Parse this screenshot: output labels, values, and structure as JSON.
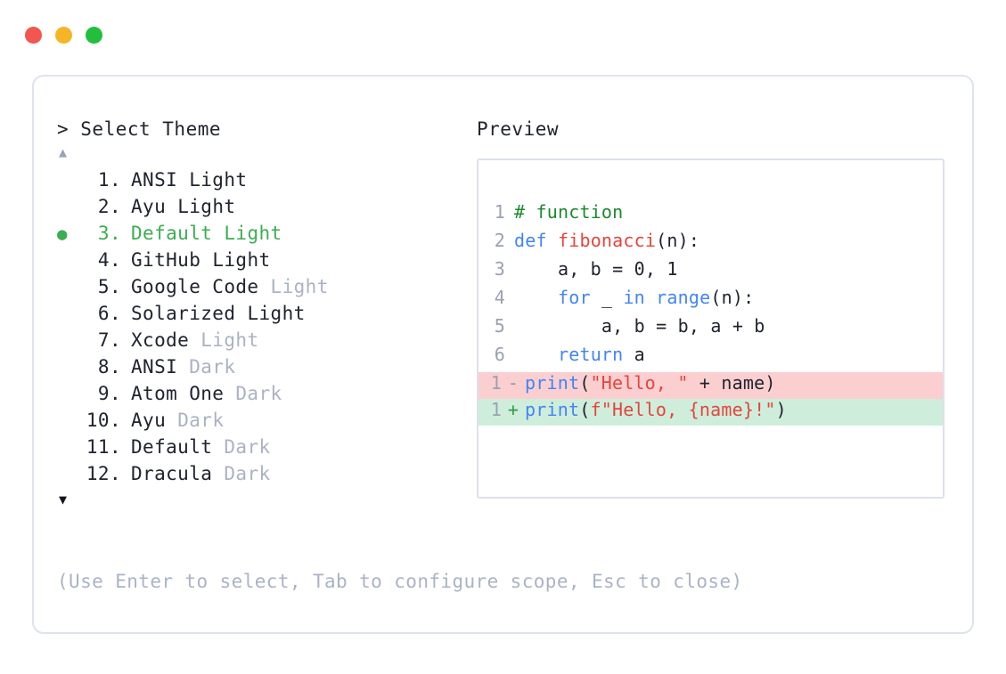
{
  "window": {
    "buttons": [
      {
        "name": "close",
        "color": "#f2564f"
      },
      {
        "name": "minimize",
        "color": "#f5b527"
      },
      {
        "name": "maximize",
        "color": "#22bf3c"
      }
    ]
  },
  "left_panel": {
    "prompt": "> Select Theme",
    "scroll_up": "▲",
    "scroll_down": "▼",
    "selected_index": 3,
    "bullet_glyph": "●",
    "items": [
      {
        "number": "1.",
        "name": "ANSI",
        "suffix": "Light",
        "suffix_dim": false,
        "selected": false
      },
      {
        "number": "2.",
        "name": "Ayu",
        "suffix": "Light",
        "suffix_dim": false,
        "selected": false
      },
      {
        "number": "3.",
        "name": "Default",
        "suffix": "Light",
        "suffix_dim": false,
        "selected": true
      },
      {
        "number": "4.",
        "name": "GitHub",
        "suffix": "Light",
        "suffix_dim": false,
        "selected": false
      },
      {
        "number": "5.",
        "name": "Google Code",
        "suffix": "Light",
        "suffix_dim": true,
        "selected": false
      },
      {
        "number": "6.",
        "name": "Solarized",
        "suffix": "Light",
        "suffix_dim": false,
        "selected": false
      },
      {
        "number": "7.",
        "name": "Xcode",
        "suffix": "Light",
        "suffix_dim": true,
        "selected": false
      },
      {
        "number": "8.",
        "name": "ANSI",
        "suffix": "Dark",
        "suffix_dim": true,
        "selected": false
      },
      {
        "number": "9.",
        "name": "Atom One",
        "suffix": "Dark",
        "suffix_dim": true,
        "selected": false
      },
      {
        "number": "10.",
        "name": "Ayu",
        "suffix": "Dark",
        "suffix_dim": true,
        "selected": false
      },
      {
        "number": "11.",
        "name": "Default",
        "suffix": "Dark",
        "suffix_dim": true,
        "selected": false
      },
      {
        "number": "12.",
        "name": "Dracula",
        "suffix": "Dark",
        "suffix_dim": true,
        "selected": false
      }
    ]
  },
  "hint": "(Use Enter to select, Tab to configure scope, Esc to close)",
  "preview": {
    "label": "Preview",
    "code_lines": [
      {
        "ln": "1",
        "tokens": [
          {
            "t": "# function",
            "c": "comment"
          }
        ]
      },
      {
        "ln": "2",
        "tokens": [
          {
            "t": "def ",
            "c": "kw"
          },
          {
            "t": "fibonacci",
            "c": "fn"
          },
          {
            "t": "(n):",
            "c": "plain"
          }
        ]
      },
      {
        "ln": "3",
        "tokens": [
          {
            "t": "    a, b = 0, 1",
            "c": "plain"
          }
        ]
      },
      {
        "ln": "4",
        "tokens": [
          {
            "t": "    ",
            "c": "plain"
          },
          {
            "t": "for",
            "c": "kw"
          },
          {
            "t": " _ ",
            "c": "plain"
          },
          {
            "t": "in",
            "c": "kw"
          },
          {
            "t": " ",
            "c": "plain"
          },
          {
            "t": "range",
            "c": "kw"
          },
          {
            "t": "(n):",
            "c": "plain"
          }
        ]
      },
      {
        "ln": "5",
        "tokens": [
          {
            "t": "        a, b = b, a + b",
            "c": "plain"
          }
        ]
      },
      {
        "ln": "6",
        "tokens": [
          {
            "t": "    ",
            "c": "plain"
          },
          {
            "t": "return",
            "c": "kw"
          },
          {
            "t": " a",
            "c": "plain"
          }
        ]
      }
    ],
    "diff_lines": [
      {
        "ln": "1",
        "sign": "-",
        "kind": "del",
        "tokens": [
          {
            "t": "print",
            "c": "kw"
          },
          {
            "t": "(",
            "c": "plain"
          },
          {
            "t": "\"Hello, \"",
            "c": "str"
          },
          {
            "t": " + name)",
            "c": "plain"
          }
        ]
      },
      {
        "ln": "1",
        "sign": "+",
        "kind": "add",
        "tokens": [
          {
            "t": "print",
            "c": "kw"
          },
          {
            "t": "(",
            "c": "plain"
          },
          {
            "t": "f\"Hello, {name}!\"",
            "c": "str"
          },
          {
            "t": ")",
            "c": "plain"
          }
        ]
      }
    ]
  },
  "colors": {
    "accent_green": "#3bae51",
    "dim_text": "#aab2c4",
    "text": "#20242f",
    "border": "#dfe3ec",
    "panel_border": "#dce1eb",
    "diff_del_bg": "#fbcfd0",
    "diff_add_bg": "#cfeddb",
    "line_number": "#9aa1b2",
    "syntax_comment": "#1c8a2e",
    "syntax_keyword": "#4285f4",
    "syntax_function": "#e4453c",
    "syntax_string": "#e4453c"
  }
}
